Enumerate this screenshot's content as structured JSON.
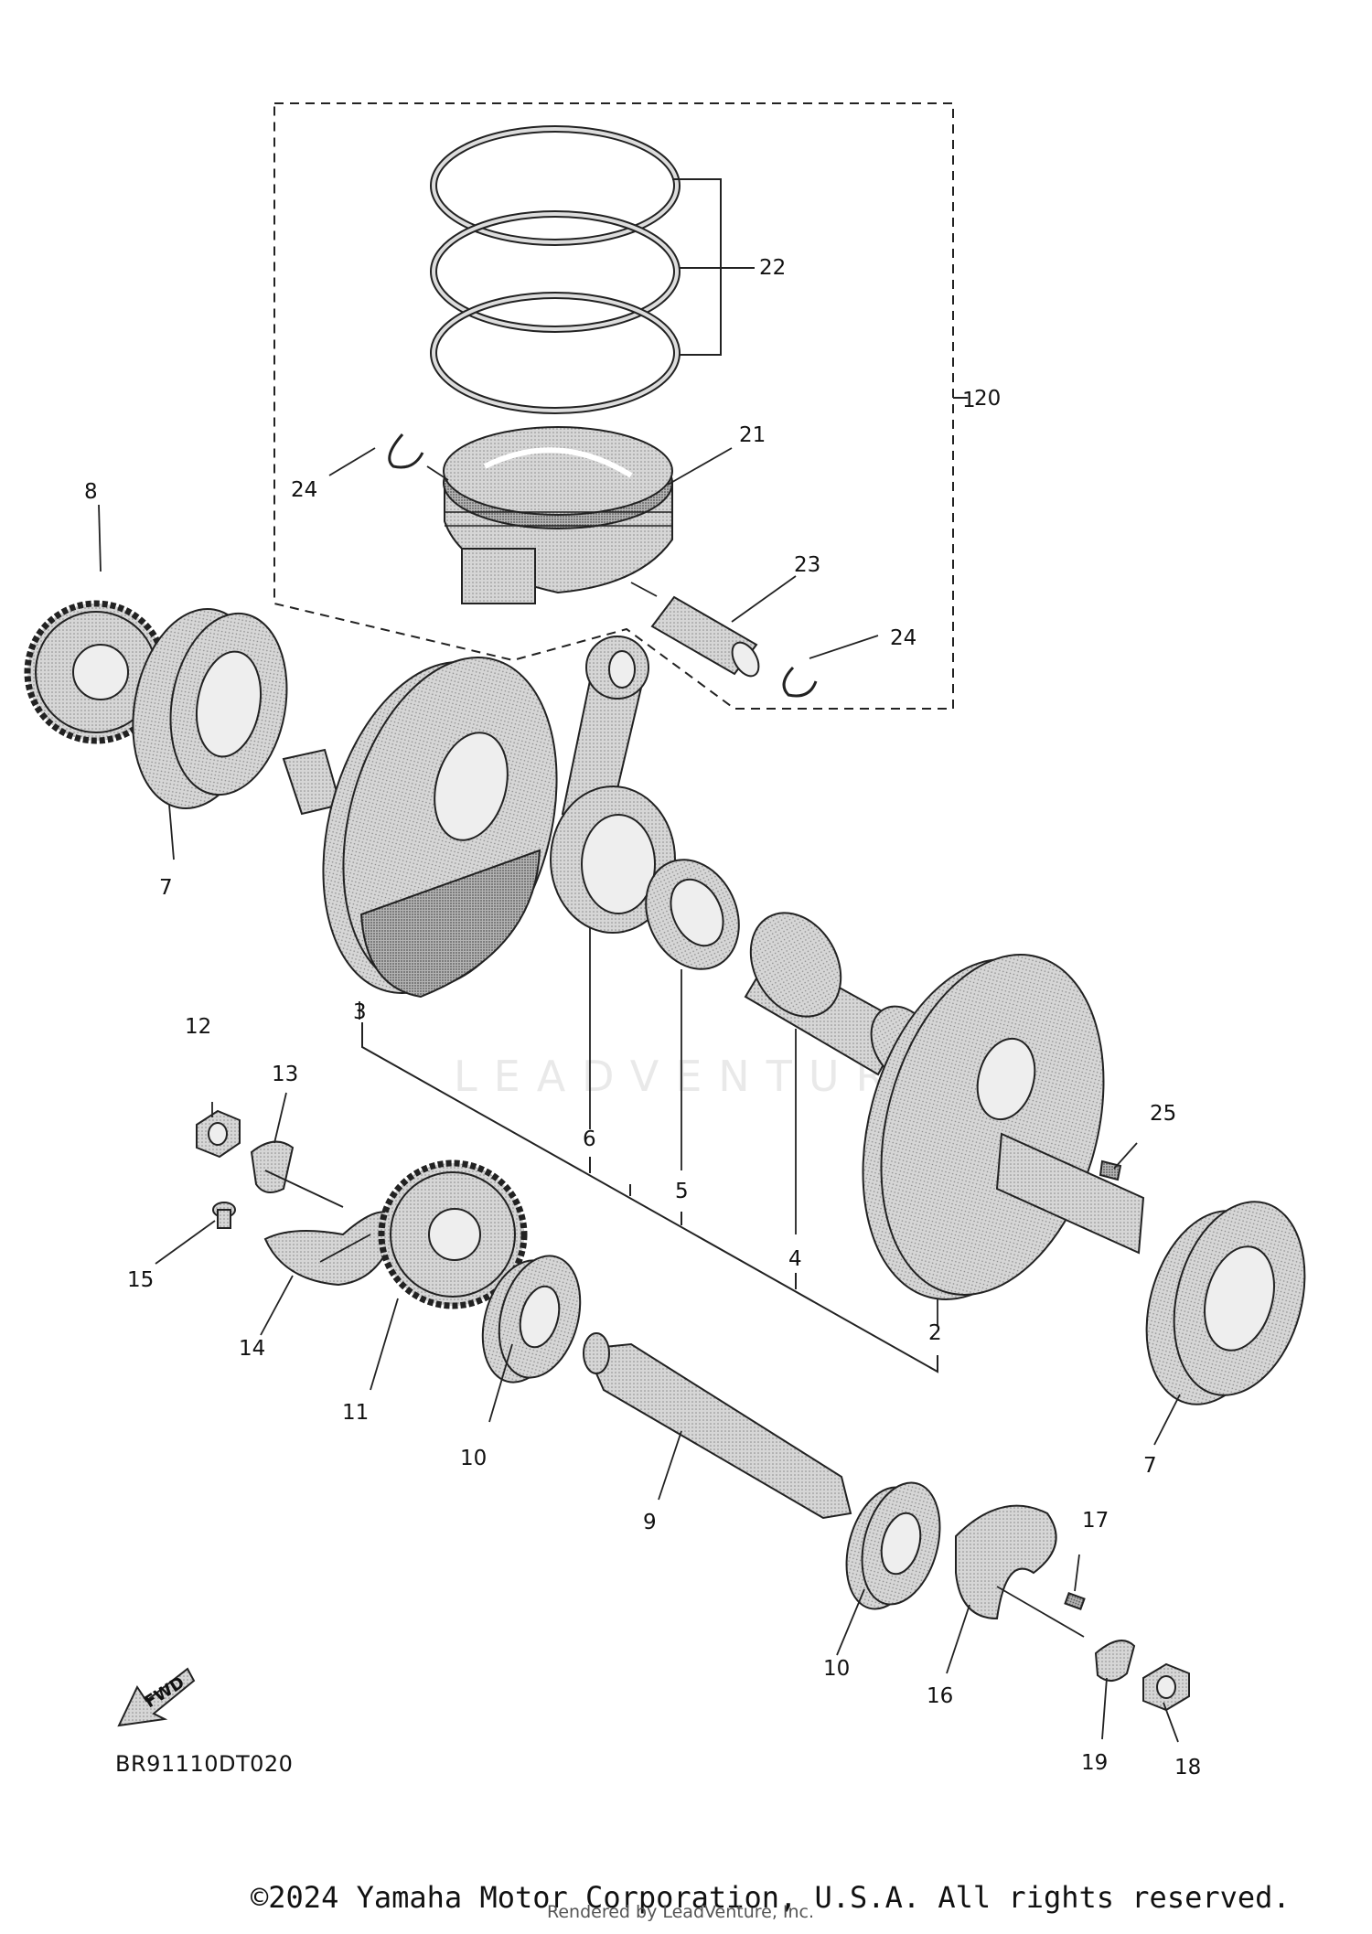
{
  "diagram": {
    "reference_code": "BR91110DT020",
    "copyright": "©2024 Yamaha Motor Corporation, U.S.A. All rights reserved.",
    "rendered_by": "Rendered by LeadVenture, Inc.",
    "watermark": "LEADVENTURE",
    "fwd_label": "FWD",
    "callouts": {
      "c1": "1",
      "c2": "2",
      "c3": "3",
      "c4": "4",
      "c5": "5",
      "c6": "6",
      "c7a": "7",
      "c7b": "7",
      "c8": "8",
      "c9": "9",
      "c10a": "10",
      "c10b": "10",
      "c11": "11",
      "c12": "12",
      "c13": "13",
      "c14": "14",
      "c15": "15",
      "c16": "16",
      "c17": "17",
      "c18": "18",
      "c19": "19",
      "c20": "20",
      "c21": "21",
      "c22": "22",
      "c23": "23",
      "c24a": "24",
      "c24b": "24",
      "c25": "25"
    }
  }
}
